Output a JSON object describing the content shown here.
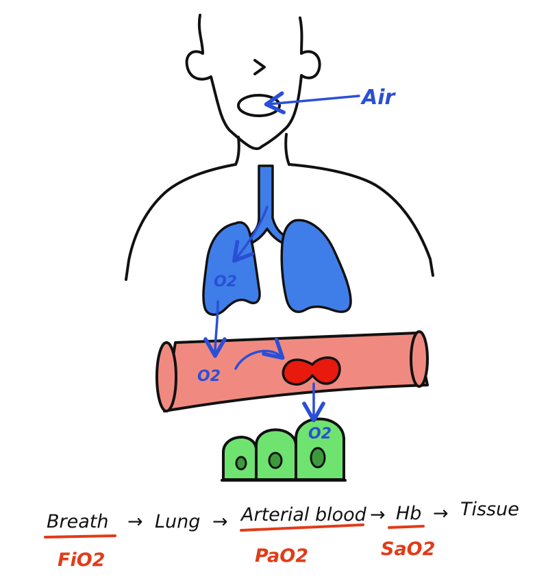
{
  "labels": {
    "air": "Air",
    "o2_lung": "O2",
    "o2_vessel": "O2",
    "o2_cell": "O2"
  },
  "flow": {
    "steps": [
      "Breath",
      "Lung",
      "Arterial blood",
      "Hb",
      "Tissue"
    ],
    "arrow": "→"
  },
  "measures": {
    "breath": "FiO2",
    "arterial_blood": "PaO2",
    "hb": "SaO2"
  },
  "colors": {
    "outline": "#111111",
    "annotation_blue": "#2a4fd6",
    "lung_fill": "#3f7ee8",
    "vessel_fill": "#f08a80",
    "rbc_fill": "#e8190d",
    "cell_fill": "#6fe36f",
    "nucleus_fill": "#3c9a3c",
    "measure_red": "#e23b17"
  }
}
